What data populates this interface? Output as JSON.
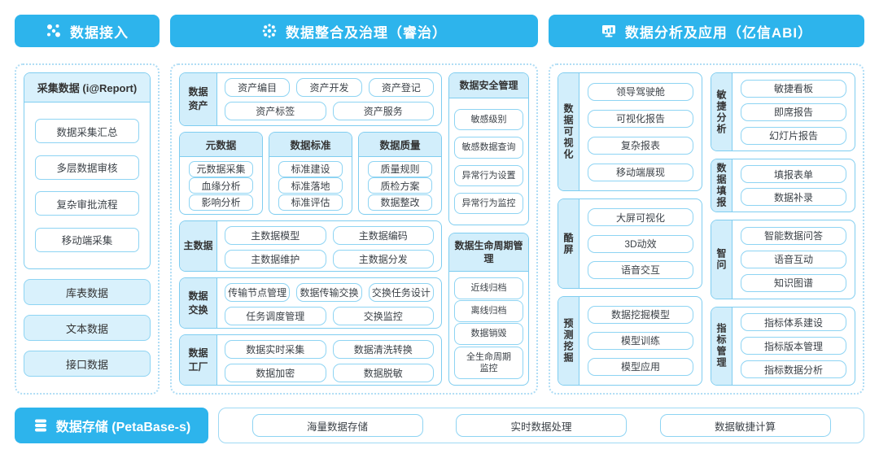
{
  "colors": {
    "accent_blue": "#2db4ec",
    "panel_border": "#7fcdf0",
    "pill_border": "#8ed4f3",
    "light_fill": "#d9f1fc"
  },
  "headers": {
    "access": "数据接入",
    "governance": "数据整合及治理（睿治）",
    "analysis": "数据分析及应用（亿信ABI）",
    "storage": "数据存储 (PetaBase-s)"
  },
  "access": {
    "report": {
      "title": "采集数据 (i@Report)",
      "items": [
        "数据采集汇总",
        "多层数据审核",
        "复杂审批流程",
        "移动端采集"
      ]
    },
    "sources": [
      "库表数据",
      "文本数据",
      "接口数据"
    ]
  },
  "gov": {
    "asset": {
      "label": "数据资产",
      "rows": [
        [
          "资产编目",
          "资产开发",
          "资产登记"
        ],
        [
          "资产标签",
          "资产服务"
        ]
      ]
    },
    "meta": [
      {
        "title": "元数据",
        "items": [
          "元数据采集",
          "血缘分析",
          "影响分析"
        ]
      },
      {
        "title": "数据标准",
        "items": [
          "标准建设",
          "标准落地",
          "标准评估"
        ]
      },
      {
        "title": "数据质量",
        "items": [
          "质量规则",
          "质检方案",
          "数据整改"
        ]
      }
    ],
    "master": {
      "label": "主数据",
      "rows": [
        [
          "主数据模型",
          "主数据编码"
        ],
        [
          "主数据维护",
          "主数据分发"
        ]
      ]
    },
    "exchange": {
      "label": "数据交换",
      "rows": [
        [
          "传输节点管理",
          "数据传输交换",
          "交换任务设计"
        ],
        [
          "任务调度管理",
          "交换监控"
        ]
      ]
    },
    "factory": {
      "label": "数据工厂",
      "rows": [
        [
          "数据实时采集",
          "数据清洗转换"
        ],
        [
          "数据加密",
          "数据脱敏"
        ]
      ]
    },
    "security": {
      "title": "数据安全管理",
      "items": [
        "敏感级别",
        "敏感数据查询",
        "异常行为设置",
        "异常行为监控"
      ]
    },
    "lifecycle": {
      "title": "数据生命周期管理",
      "items": [
        "近线归档",
        "离线归档",
        "数据销毁",
        "全生命周期监控"
      ]
    }
  },
  "app": {
    "left": [
      {
        "label": "数据可视化",
        "items": [
          "领导驾驶舱",
          "可视化报告",
          "复杂报表",
          "移动端展现"
        ]
      },
      {
        "label": "酷屏",
        "items": [
          "大屏可视化",
          "3D动效",
          "语音交互"
        ]
      },
      {
        "label": "预测挖掘",
        "items": [
          "数据挖掘模型",
          "模型训练",
          "模型应用"
        ]
      }
    ],
    "right": [
      {
        "label": "敏捷分析",
        "items": [
          "敏捷看板",
          "即席报告",
          "幻灯片报告"
        ]
      },
      {
        "label": "数据填报",
        "items": [
          "填报表单",
          "数据补录"
        ]
      },
      {
        "label": "智问",
        "items": [
          "智能数据问答",
          "语音互动",
          "知识图谱"
        ]
      },
      {
        "label": "指标管理",
        "items": [
          "指标体系建设",
          "指标版本管理",
          "指标数据分析"
        ]
      }
    ]
  },
  "storage": {
    "items": [
      "海量数据存储",
      "实时数据处理",
      "数据敏捷计算"
    ]
  }
}
